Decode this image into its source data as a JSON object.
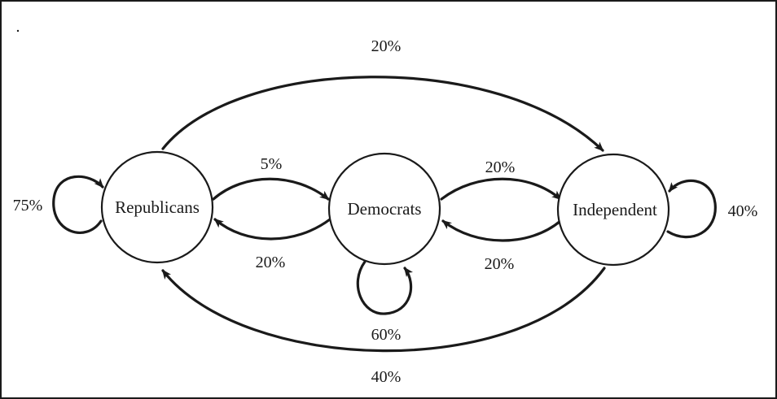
{
  "nodes": {
    "republicans": "Republicans",
    "democrats": "Democrats",
    "independent": "Independent"
  },
  "edges": {
    "rep_self": "75%",
    "rep_to_dem": "5%",
    "dem_to_rep": "20%",
    "rep_to_ind": "20%",
    "dem_to_ind": "20%",
    "ind_to_dem": "20%",
    "dem_self": "60%",
    "ind_self": "40%",
    "ind_to_rep": "40%"
  }
}
